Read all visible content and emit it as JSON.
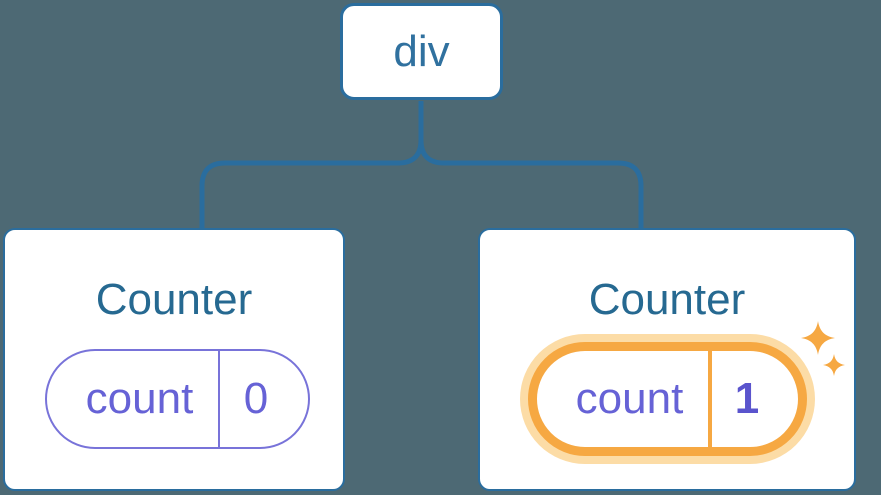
{
  "diagram": {
    "root_node": {
      "label": "div"
    },
    "children": [
      {
        "title": "Counter",
        "state": {
          "key": "count",
          "value": "0"
        },
        "highlighted": false
      },
      {
        "title": "Counter",
        "state": {
          "key": "count",
          "value": "1"
        },
        "highlighted": true
      }
    ],
    "icons": {
      "highlight": "sparkles-icon"
    }
  },
  "colors": {
    "background": "#4d6974",
    "card_bg": "#ffffff",
    "node_blue": "#2a6d9e",
    "div_blue": "#30719f",
    "title_blue": "#266991",
    "purple": "#6662d6",
    "purple_border": "#7873d9",
    "purple_bold": "#5a54cd",
    "orange": "#f6a842",
    "orange_light": "#fcdca6"
  }
}
